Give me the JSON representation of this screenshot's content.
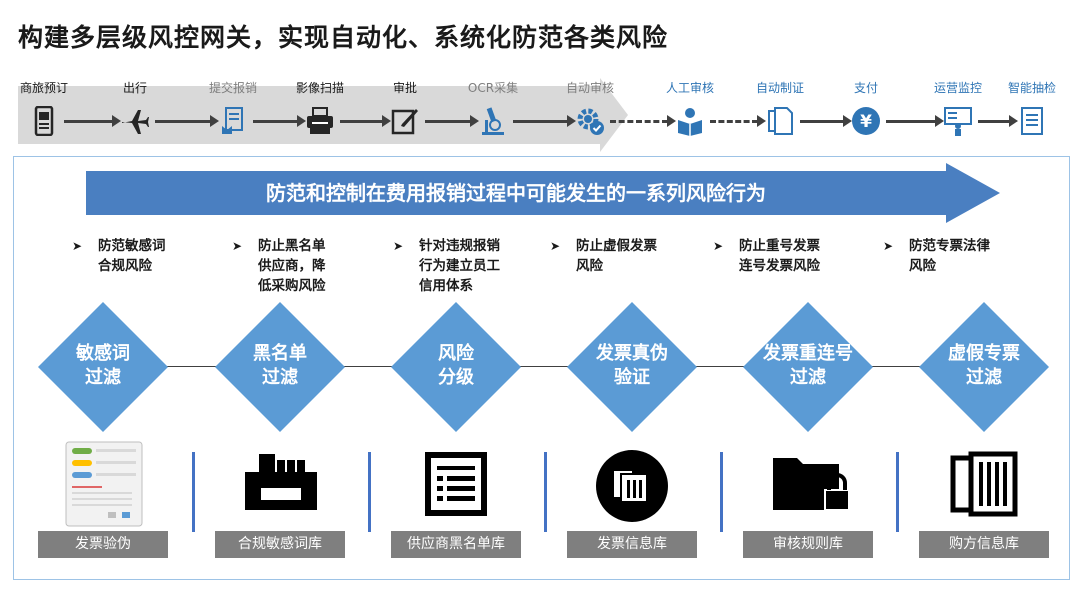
{
  "title": "构建多层级风控网关，实现自动化、系统化防范各类风险",
  "process_steps": [
    {
      "label": "商旅预订",
      "icon": "phone-booking-icon",
      "color": "dark"
    },
    {
      "label": "出行",
      "icon": "airplane-icon",
      "color": "dark"
    },
    {
      "label": "提交报销",
      "icon": "submit-document-icon",
      "color": "gray"
    },
    {
      "label": "影像扫描",
      "icon": "scanner-icon",
      "color": "dark"
    },
    {
      "label": "审批",
      "icon": "approve-edit-icon",
      "color": "dark"
    },
    {
      "label": "OCR采集",
      "icon": "microscope-icon",
      "color": "gray"
    },
    {
      "label": "自动审核",
      "icon": "gear-check-icon",
      "color": "gray"
    },
    {
      "label": "人工审核",
      "icon": "person-reading-icon",
      "color": "blue"
    },
    {
      "label": "自动制证",
      "icon": "documents-icon",
      "color": "blue"
    },
    {
      "label": "支付",
      "icon": "yen-coin-icon",
      "color": "blue"
    },
    {
      "label": "运营监控",
      "icon": "monitor-person-icon",
      "color": "blue"
    },
    {
      "label": "智能抽检",
      "icon": "checklist-icon",
      "color": "blue"
    }
  ],
  "banner": "防范和控制在费用报销过程中可能发生的一系列风险行为",
  "risks": [
    "防范敏感词合规风险",
    "防止黑名单供应商，降低采购风险",
    "针对违规报销行为建立员工信用体系",
    "防止虚假发票风险",
    "防止重号发票连号发票风险",
    "防范专票法律风险"
  ],
  "risk_lines": [
    [
      "防范敏感词",
      "合规风险"
    ],
    [
      "防止黑名单",
      "供应商，降",
      "低采购风险"
    ],
    [
      "针对违规报销",
      "行为建立员工",
      "信用体系"
    ],
    [
      "防止虚假发票",
      "风险"
    ],
    [
      "防止重号发票",
      "连号发票风险"
    ],
    [
      "防范专票法律",
      "风险"
    ]
  ],
  "bullet": "➤",
  "filters": [
    [
      "敏感词",
      "过滤"
    ],
    [
      "黑名单",
      "过滤"
    ],
    [
      "风险",
      "分级"
    ],
    [
      "发票真伪",
      "验证"
    ],
    [
      "发票重连号",
      "过滤"
    ],
    [
      "虚假专票",
      "过滤"
    ]
  ],
  "libraries": [
    {
      "label": "发票验伪",
      "icon": "form-screenshot-icon"
    },
    {
      "label": "合规敏感词库",
      "icon": "database-building-icon"
    },
    {
      "label": "供应商黑名单库",
      "icon": "list-document-icon"
    },
    {
      "label": "发票信息库",
      "icon": "invoice-stack-icon"
    },
    {
      "label": "审核规则库",
      "icon": "locked-folder-icon"
    },
    {
      "label": "购方信息库",
      "icon": "files-icon"
    }
  ],
  "colors": {
    "diamond": "#5b9bd5",
    "banner": "#4a7fc1",
    "frame": "#9dc3e6",
    "label_bg": "#7f7f7f",
    "band": "#d9d9d9",
    "blue_text": "#2f75b5"
  }
}
